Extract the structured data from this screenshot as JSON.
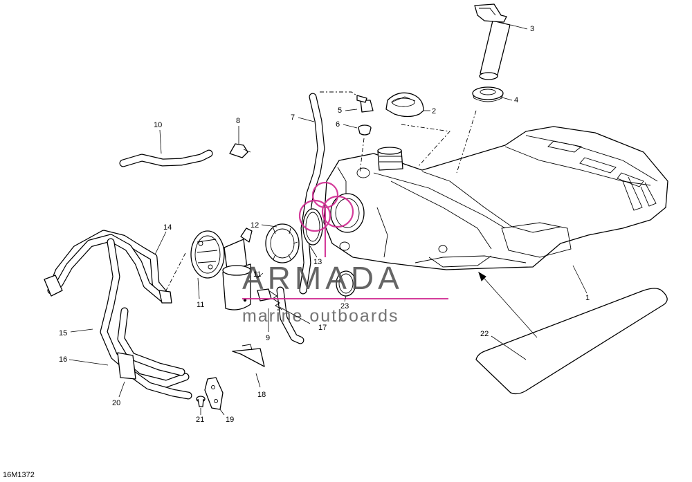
{
  "diagram": {
    "reference_code": "16M1372",
    "watermark": {
      "brand": "ARMADA",
      "tagline": "marine outboards",
      "accent_color": "#d02890"
    },
    "callouts": [
      "1",
      "2",
      "3",
      "4",
      "5",
      "6",
      "7",
      "8",
      "9",
      "10",
      "11",
      "11",
      "12",
      "13",
      "14",
      "15",
      "16",
      "17",
      "18",
      "19",
      "20",
      "21",
      "22",
      "23"
    ]
  }
}
